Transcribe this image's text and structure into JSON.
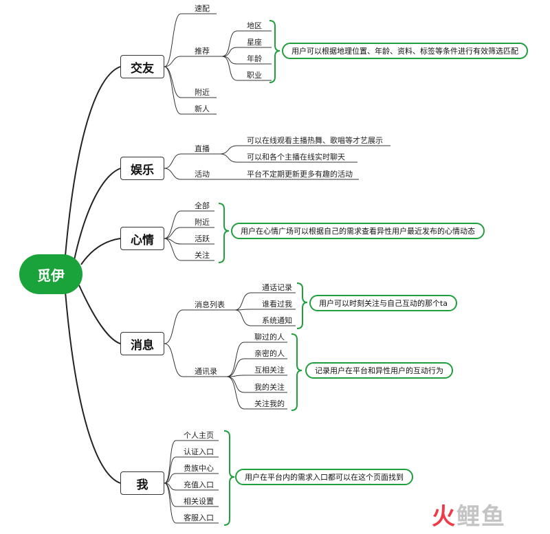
{
  "root": "觅伊",
  "categories": {
    "jiaoyou": "交友",
    "yule": "娱乐",
    "xinqing": "心情",
    "xiaoxi": "消息",
    "wo": "我"
  },
  "jiaoyou": {
    "items": [
      "速配",
      "推荐",
      "附近",
      "新人"
    ],
    "tuijian_sub": [
      "地区",
      "星座",
      "年龄",
      "职业"
    ],
    "note": "用户可以根据地理位置、年龄、资料、标签等条件进行有效筛选匹配"
  },
  "yule": {
    "items": [
      "直播",
      "活动"
    ],
    "zhibo_sub": [
      "可以在线观看主播热舞、歌唱等才艺展示",
      "可以和各个主播在线实时聊天"
    ],
    "huodong_sub": "平台不定期更新更多有趣的活动"
  },
  "xinqing": {
    "items": [
      "全部",
      "附近",
      "活跃",
      "关注"
    ],
    "note": "用户在心情广场可以根据自己的需求查看异性用户最近发布的心情动态"
  },
  "xiaoxi": {
    "items": [
      "消息列表",
      "通讯录"
    ],
    "liebiao_sub": [
      "通话记录",
      "谁看过我",
      "系统通知"
    ],
    "liebiao_note": "用户可以时刻关注与自己互动的那个ta",
    "tongxun_sub": [
      "聊过的人",
      "亲密的人",
      "互相关注",
      "我的关注",
      "关注我的"
    ],
    "tongxun_note": "记录用户在平台和异性用户的互动行为"
  },
  "wo": {
    "items": [
      "个人主页",
      "认证入口",
      "贵族中心",
      "充值入口",
      "相关设置",
      "客服入口"
    ],
    "note": "用户在平台内的需求入口都可以在这个页面找到"
  },
  "watermark": {
    "part1": "火",
    "part2": "鲤鱼"
  },
  "colors": {
    "accent": "#1aa33a",
    "bracket": "#1f9e3c",
    "watermark_red": "#ee3b48"
  }
}
